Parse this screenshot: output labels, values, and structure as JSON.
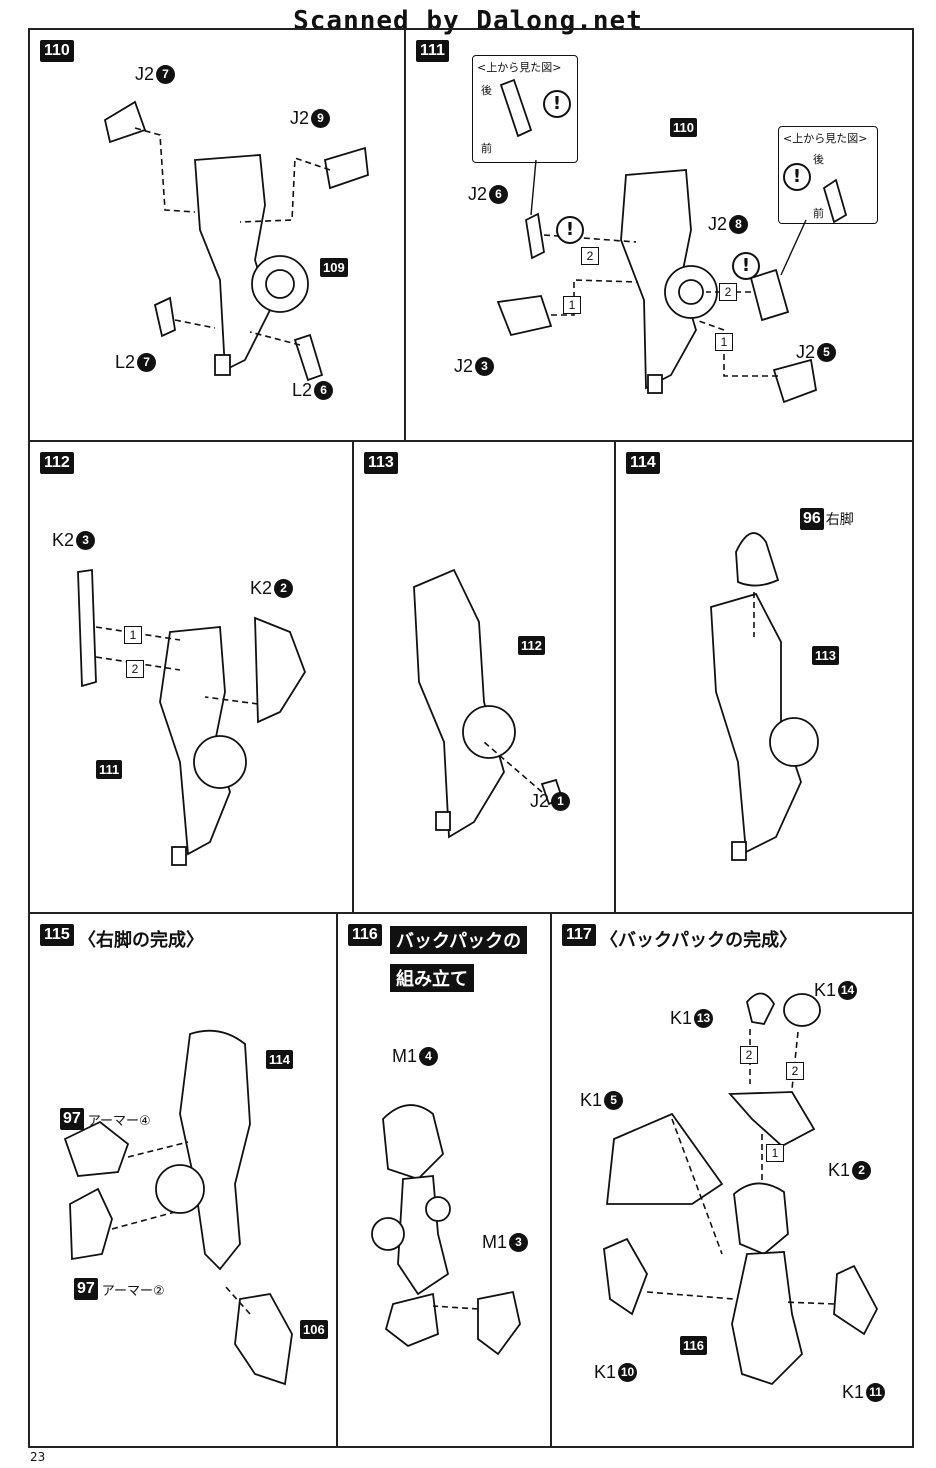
{
  "watermark": "Scanned by Dalong.net",
  "page_number": "23",
  "steps": {
    "s110": {
      "num": "110",
      "labels": [
        "J2",
        "J2",
        "L2",
        "L2"
      ],
      "circles": [
        "7",
        "9",
        "7",
        "6"
      ],
      "ref": "109"
    },
    "s111": {
      "num": "111",
      "labels": [
        "J2",
        "J2",
        "J2",
        "J2"
      ],
      "circles": [
        "6",
        "3",
        "8",
        "5"
      ],
      "ref": "110",
      "callout_title": "<上から見た図>",
      "callout_back": "後",
      "callout_front": "前",
      "sq1": "1",
      "sq2": "2"
    },
    "s112": {
      "num": "112",
      "labels": [
        "K2",
        "K2"
      ],
      "circles": [
        "3",
        "2"
      ],
      "ref": "111",
      "sq1": "1",
      "sq2": "2"
    },
    "s113": {
      "num": "113",
      "labels": [
        "J2"
      ],
      "circles": [
        "1"
      ],
      "ref": "112"
    },
    "s114": {
      "num": "114",
      "ref_part": "96",
      "ref_part_text": "右脚",
      "ref": "113"
    },
    "s115": {
      "num": "115",
      "title": "〈右脚の完成〉",
      "ref114": "114",
      "ref106": "106",
      "armor_ref": "97",
      "armor4": "アーマー④",
      "armor2": "アーマー②"
    },
    "s116": {
      "num": "116",
      "title_a": "バックパックの",
      "title_b": "組み立て",
      "labels": [
        "M1",
        "M1"
      ],
      "circles": [
        "4",
        "3"
      ]
    },
    "s117": {
      "num": "117",
      "title": "〈バックパックの完成〉",
      "ref": "116",
      "labels": [
        "K1",
        "K1",
        "K1",
        "K1",
        "K1",
        "K1"
      ],
      "circles": [
        "13",
        "14",
        "5",
        "2",
        "10",
        "11"
      ],
      "sq1": "1",
      "sq2": "2"
    }
  },
  "warn_symbol": "!"
}
